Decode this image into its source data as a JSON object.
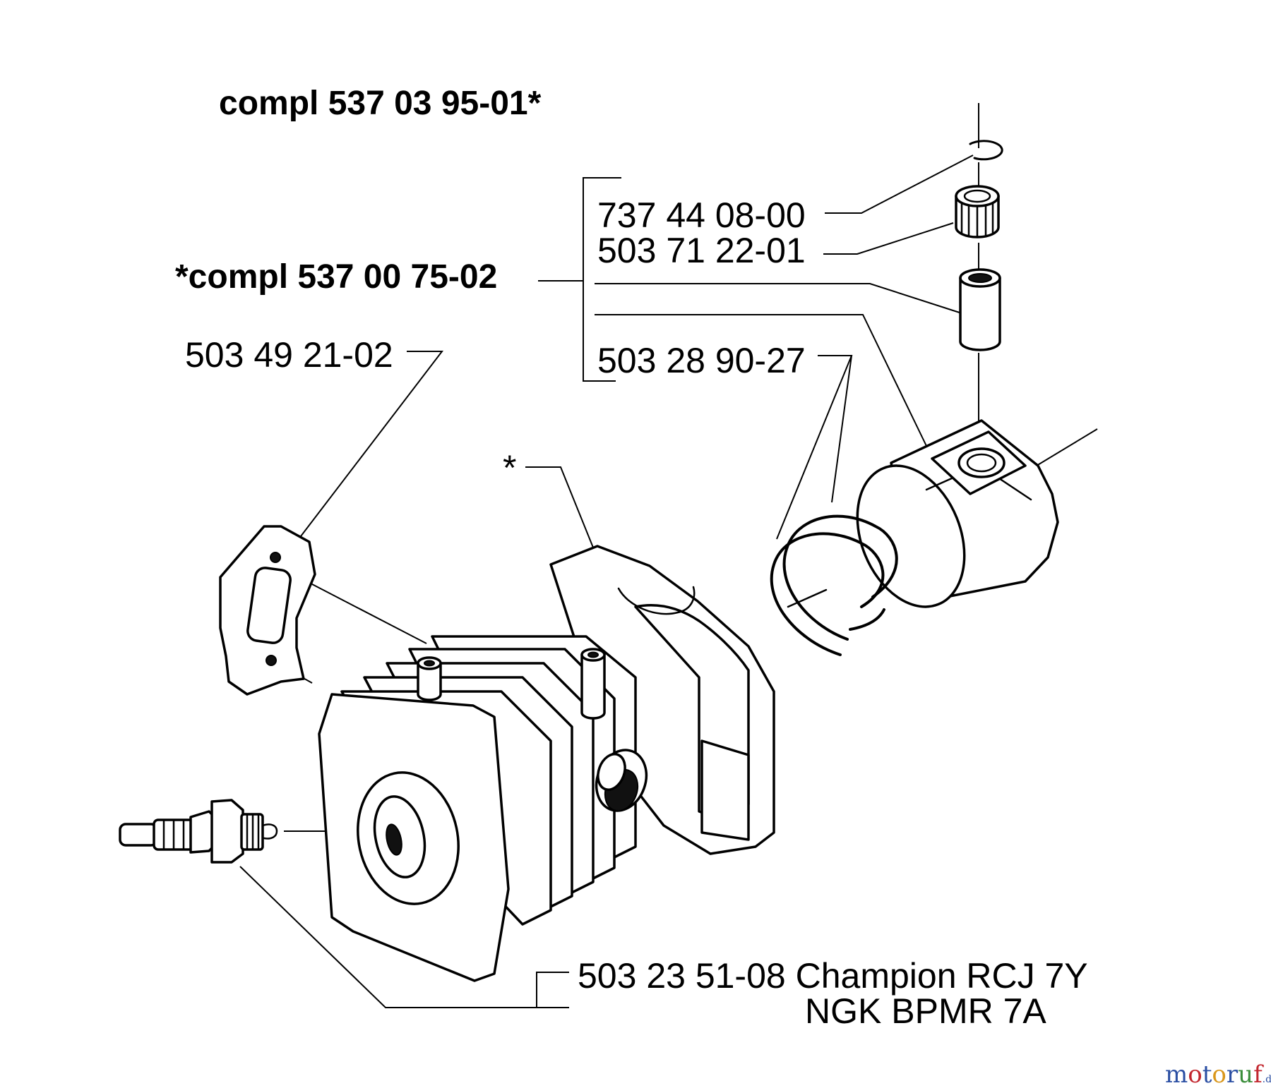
{
  "labels": {
    "compl_cylinder": "compl 537 03 95-01*",
    "compl_piston": "*compl 537 00 75-02",
    "circlip": "737 44 08-00",
    "needle_bearing": "503 71 22-01",
    "piston_rings": "503 28 90-27",
    "gasket": "503 49 21-02",
    "asterisk": "*",
    "spark_plug_line1": "503 23 51-08 Champion RCJ 7Y",
    "spark_plug_line2": "NGK BPMR 7A"
  },
  "watermark": {
    "text": "motoruf",
    "suffix": ".de",
    "letter_colors": [
      "#2b4fa3",
      "#c2262e",
      "#2b4fa3",
      "#d9961a",
      "#2b4fa3",
      "#3a8d3a",
      "#c2262e"
    ]
  }
}
